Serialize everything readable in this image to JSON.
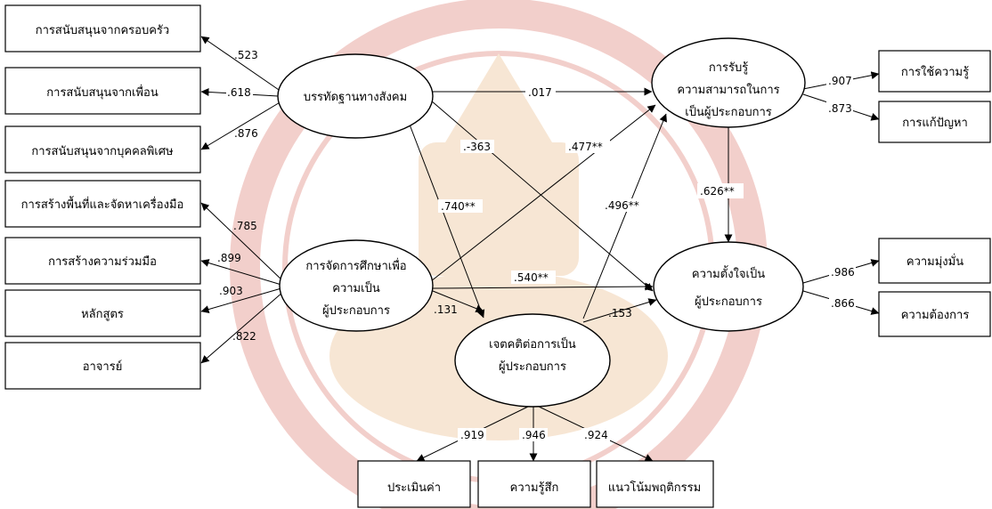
{
  "watermark": {
    "color_primary": "#e9a8a2",
    "color_secondary": "#f1d2b2"
  },
  "latent": {
    "social_norms": "บรรทัดฐานทางสังคม",
    "education_1": "การจัดการศึกษาเพื่อ",
    "education_2": "ความเป็น",
    "education_3": "ผู้ประกอบการ",
    "attitude_1": "เจตคติต่อการเป็น",
    "attitude_2": "ผู้ประกอบการ",
    "perceived_1": "การรับรู้",
    "perceived_2": "ความสามารถในการ",
    "perceived_3": "เป็นผู้ประกอบการ",
    "intention_1": "ความตั้งใจเป็น",
    "intention_2": "ผู้ประกอบการ"
  },
  "observed": {
    "family_support": "การสนับสนุนจากครอบครัว",
    "friend_support": "การสนับสนุนจากเพื่อน",
    "special_support": "การสนับสนุนจากบุคคลพิเศษ",
    "space_tools": "การสร้างพื้นที่และจัดหาเครื่องมือ",
    "cooperation": "การสร้างความร่วมมือ",
    "curriculum": "หลักสูตร",
    "teacher": "อาจารย์",
    "knowledge_use": "การใช้ความรู้",
    "problem_solving": "การแก้ปัญหา",
    "commitment": "ความมุ่งมั่น",
    "desire": "ความต้องการ",
    "evaluation": "ประเมินค่า",
    "feeling": "ความรู้สึก",
    "behavior": "แนวโน้มพฤติกรรม"
  },
  "coefficients": {
    "sn_family": ".523",
    "sn_friend": ".618",
    "sn_special": ".876",
    "ed_space": ".785",
    "ed_coop": ".899",
    "ed_curr": ".903",
    "ed_teacher": ".822",
    "pb_use": ".907",
    "pb_solve": ".873",
    "in_commit": ".986",
    "in_desire": ".866",
    "at_eval": ".919",
    "at_feel": ".946",
    "at_behav": ".924",
    "sn_pb": ".017",
    "sn_in": ".-363",
    "sn_at": ".740**",
    "ed_pb": ".477**",
    "ed_in": ".540**",
    "ed_at": ".131",
    "at_pb": ".496**",
    "at_in": ".153",
    "pb_in": ".626**"
  }
}
